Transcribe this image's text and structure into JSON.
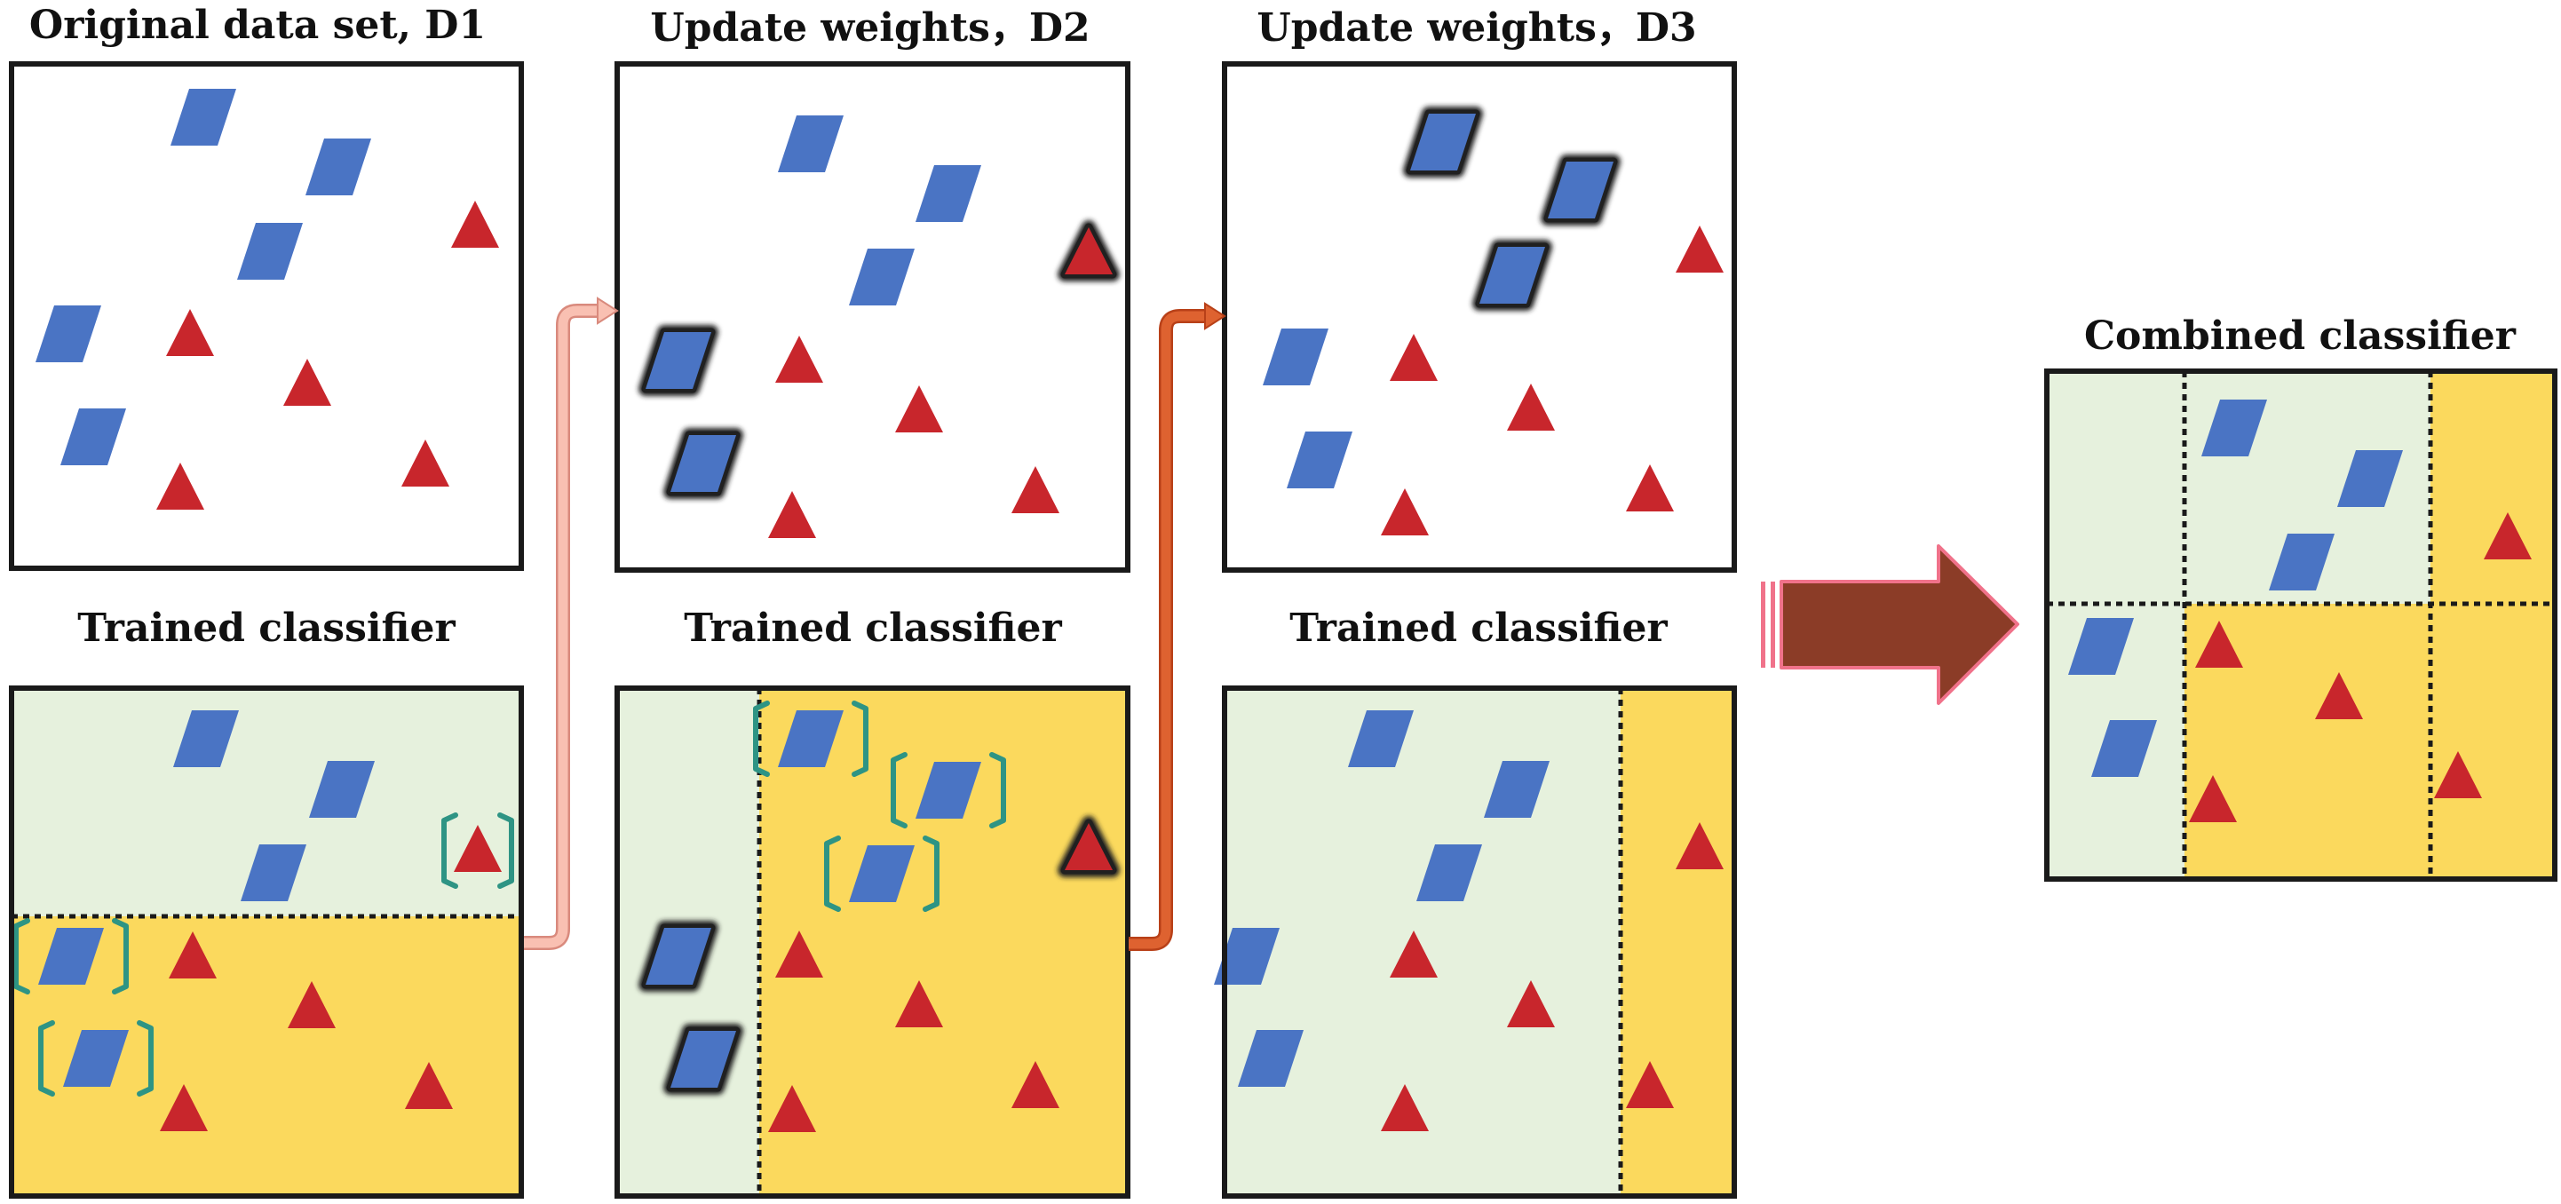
{
  "colors": {
    "blue_sample": "#4a74c4",
    "red_sample": "#c8262c",
    "green_region": "#e6f1dd",
    "yellow_region": "#fbd95d",
    "highlight_outline": "#202020",
    "bracket": "#2e9484",
    "arrow_light": "#f9b4a6",
    "arrow_medium": "#d8572a",
    "arrow_big": "#8b3c27",
    "arrow_big_outline": "#f0728a"
  },
  "icons": {
    "blue": "parallelogram-icon",
    "red": "triangle-icon"
  },
  "titles": {
    "d1": "Original data set, D1",
    "d2": "Update weights，D2",
    "d3": "Update weights，D3",
    "c1": "Trained classifier",
    "c2": "Trained classifier",
    "c3": "Trained classifier",
    "combined": "Combined classifier"
  }
}
